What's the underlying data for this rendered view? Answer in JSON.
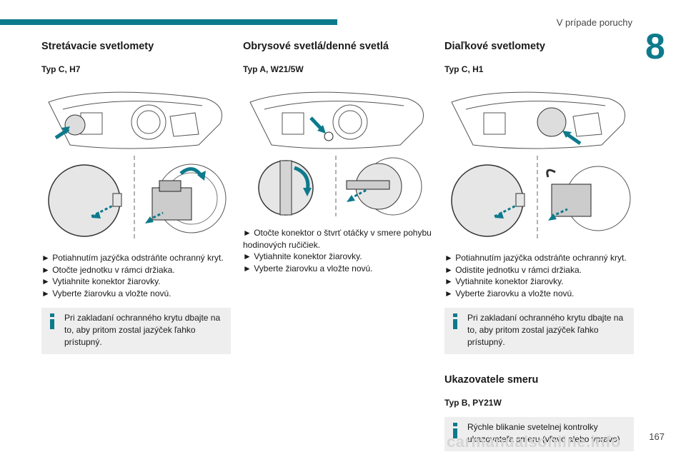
{
  "header": {
    "title": "V prípade poruchy",
    "chapter": "8"
  },
  "columns": [
    {
      "title": "Stretávacie svetlomety",
      "subtitle": "Typ C, H7",
      "steps": [
        "► Potiahnutím jazýčka odstráňte ochranný kryt.",
        "► Otočte jednotku v rámci držiaka.",
        "► Vytiahnite konektor žiarovky.",
        "► Vyberte žiarovku a vložte novú."
      ],
      "note": "Pri zakladaní ochranného krytu dbajte na to, aby pritom zostal jazýček ľahko prístupný."
    },
    {
      "title": "Obrysové svetlá/denné svetlá",
      "subtitle": "Typ A, W21/5W",
      "steps": [
        "► Otočte konektor o štvrť otáčky v smere pohybu hodinových ručičiek.",
        "► Vytiahnite konektor žiarovky.",
        "► Vyberte žiarovku a vložte novú."
      ]
    },
    {
      "title": "Diaľkové svetlomety",
      "subtitle": "Typ C, H1",
      "steps": [
        "► Potiahnutím jazýčka odstráňte ochranný kryt.",
        "► Odistite jednotku v rámci držiaka.",
        "► Vytiahnite konektor žiarovky.",
        "► Vyberte žiarovku a vložte novú."
      ],
      "note": "Pri zakladaní ochranného krytu dbajte na to, aby pritom zostal jazýček ľahko prístupný.",
      "section2_title": "Ukazovatele smeru",
      "section2_subtitle": "Typ B, PY21W",
      "section2_note": "Rýchle blikanie svetelnej kontrolky ukazovateľa smeru (vľavo alebo vpravo)"
    }
  ],
  "footer": {
    "page_number": "167",
    "watermark": "carmanualsonline.info"
  },
  "colors": {
    "accent": "#0d7a8c",
    "note_bg": "#eeeeee"
  }
}
